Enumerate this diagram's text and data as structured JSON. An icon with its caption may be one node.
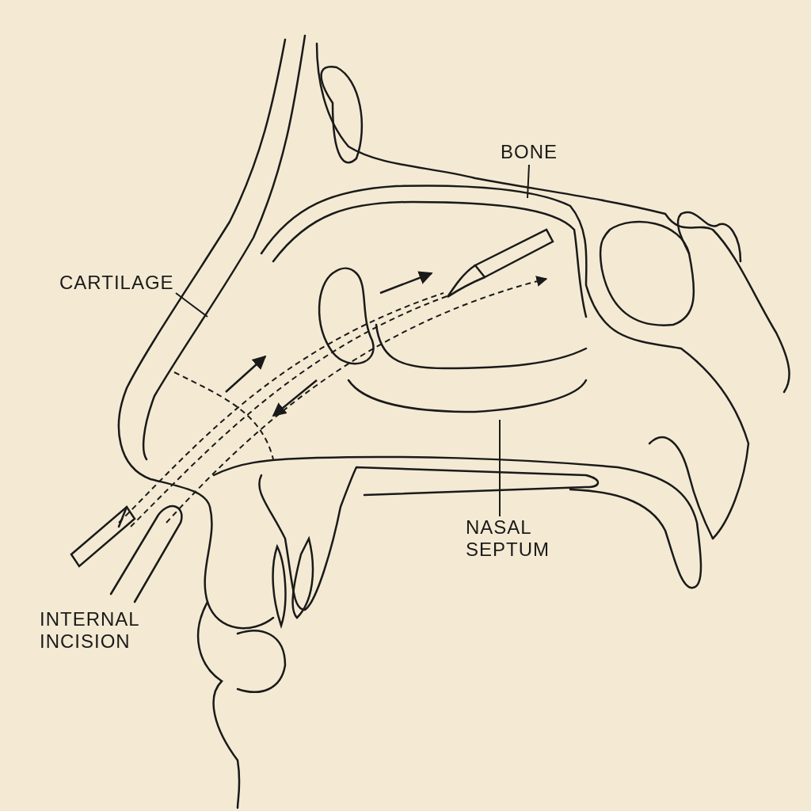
{
  "diagram": {
    "nodes": [
      {
        "text": [
          "BONE"
        ]
      },
      {
        "text": [
          "CARTILAGE"
        ]
      },
      {
        "text": [
          "NASAL SEPTUM"
        ]
      }
    ],
    "edges": [
      {
        "from": 0,
        "to": null,
        "arrow": "none"
      },
      {
        "from": 1,
        "to": null,
        "arrow": "none"
      },
      {
        "from": 2,
        "to": null,
        "arrow": "none"
      }
    ],
    "labels": [
      "INTERNAL INCISION"
    ]
  }
}
